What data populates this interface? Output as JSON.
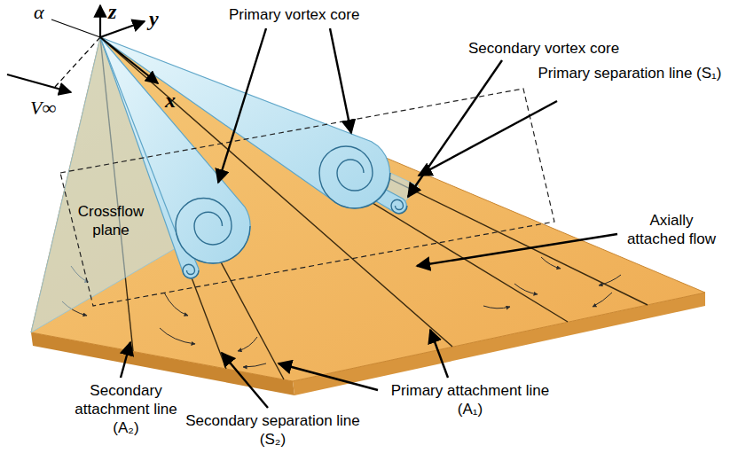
{
  "diagram": {
    "labels": [
      "z",
      "y",
      "x",
      "α",
      "V∞",
      "Primary vortex core",
      "Secondary vortex core",
      "Primary separation line (S₁)",
      "Crossflow plane",
      "Axially attached flow",
      "Secondary attachment line (A₂)",
      "Secondary separation line (S₂)",
      "Primary attachment line (A₁)"
    ]
  }
}
